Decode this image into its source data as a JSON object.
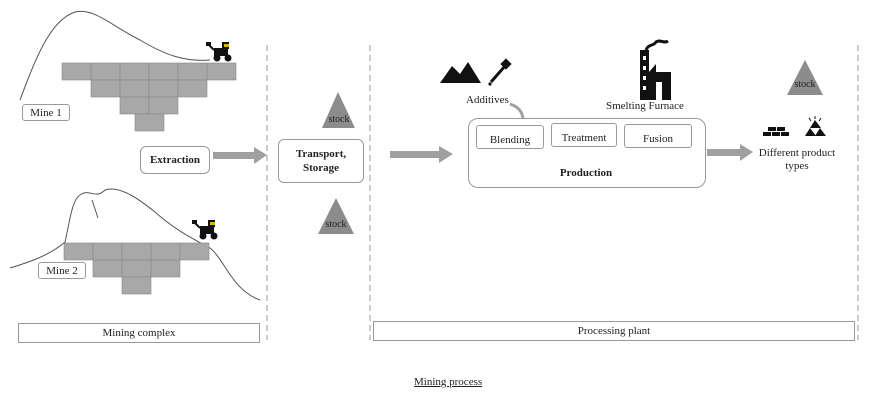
{
  "mines": {
    "mine1_label": "Mine 1",
    "mine2_label": "Mine 2"
  },
  "flow": {
    "extraction": "Extraction",
    "transport_line1": "Transport,",
    "transport_line2": "Storage",
    "stock": "stock"
  },
  "plant": {
    "additives": "Additives",
    "smelting_furnace": "Smelting Furnace",
    "blending": "Blending",
    "treatment": "Treatment",
    "fusion": "Fusion",
    "production": "Production",
    "products_line1": "Different product",
    "products_line2": "types"
  },
  "sections": {
    "mining_complex": "Mining complex",
    "processing_plant": "Processing plant"
  },
  "caption": "Mining process",
  "colors": {
    "block_fill": "#a8a8a8",
    "stock_fill": "#8c8c8c",
    "arrow": "#a0a0a0",
    "outline": "#9a9a9a"
  },
  "icons": [
    "excavator-icon",
    "mountain-icon",
    "dropper-icon",
    "factory-icon",
    "gold-bars-icon"
  ]
}
